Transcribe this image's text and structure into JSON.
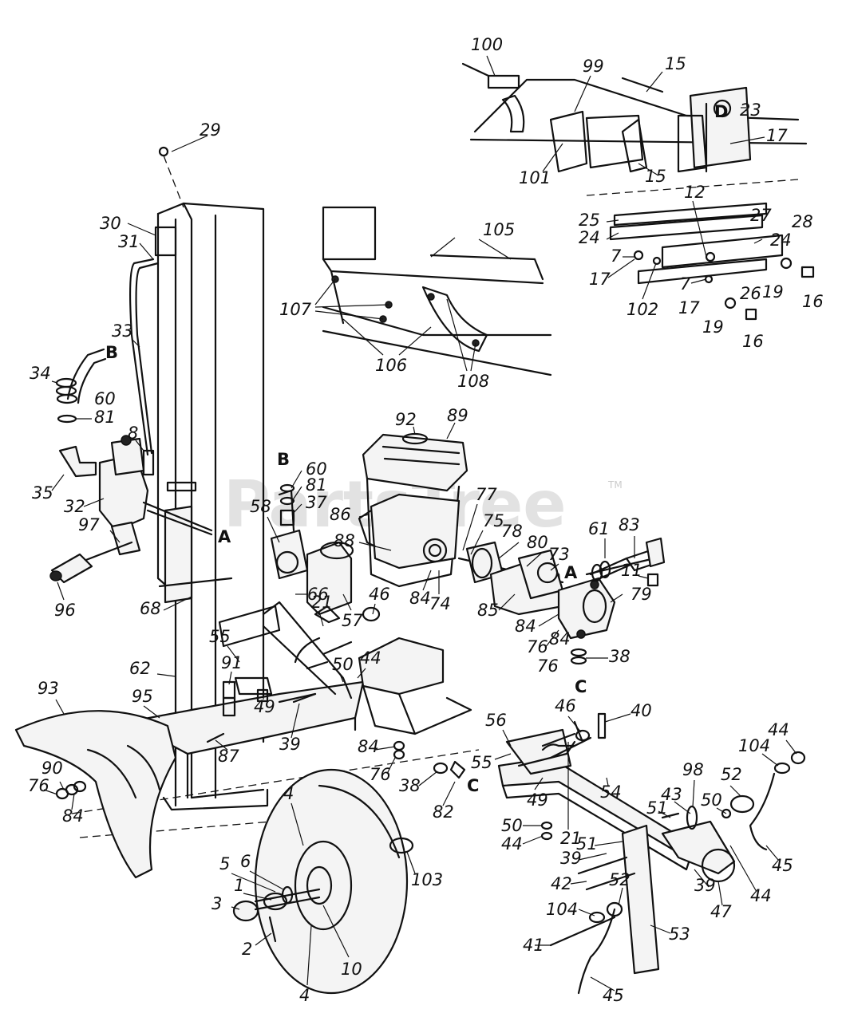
{
  "watermark": "PartsTree",
  "trademark": "TM",
  "part_numbers": {
    "p100": "100",
    "p99": "99",
    "p15a": "15",
    "p15b": "15",
    "p23": "23",
    "p17a": "17",
    "p101": "101",
    "p12": "12",
    "p27": "27",
    "p25": "25",
    "p28": "28",
    "p24a": "24",
    "p24b": "24",
    "p7a": "7",
    "p7b": "7",
    "p17b": "17",
    "p17c": "17",
    "p102": "102",
    "p26": "26",
    "p19a": "19",
    "p19b": "19",
    "p16a": "16",
    "p16b": "16",
    "p29": "29",
    "p30": "30",
    "p31": "31",
    "p105": "105",
    "p107": "107",
    "p106": "106",
    "p108": "108",
    "p33": "33",
    "p34": "34",
    "p60a": "60",
    "p81a": "81",
    "p35": "35",
    "p32": "32",
    "p8": "8",
    "p97": "97",
    "p96": "96",
    "p92": "92",
    "p89": "89",
    "p60b": "60",
    "p81b": "81",
    "p37": "37",
    "p58": "58",
    "p86": "86",
    "p77": "77",
    "p75": "75",
    "p78": "78",
    "p80": "80",
    "p73": "73",
    "p61": "61",
    "p83": "83",
    "p11": "11",
    "p88": "88",
    "p84a": "84",
    "p74": "74",
    "p85": "85",
    "p84b": "84",
    "p76a": "76",
    "p84c": "84",
    "p76b": "76",
    "p79": "79",
    "p38a": "38",
    "p66": "66",
    "p57": "57",
    "p46a": "46",
    "p68": "68",
    "p21a": "21",
    "p55a": "55",
    "p91": "91",
    "p50a": "50",
    "p44a": "44",
    "p62": "62",
    "p49a": "49",
    "p39a": "39",
    "p93": "93",
    "p95": "95",
    "p87": "87",
    "p84d": "84",
    "p76c": "76",
    "p38b": "38",
    "p82": "82",
    "p90": "90",
    "p76d": "76",
    "p84e": "84",
    "p4a": "4",
    "p103": "103",
    "p5": "5",
    "p6": "6",
    "p1": "1",
    "p3": "3",
    "p2": "2",
    "p10": "10",
    "p4b": "4",
    "p56": "56",
    "p55b": "55",
    "p46b": "46",
    "p40": "40",
    "p54": "54",
    "p49b": "49",
    "p21b": "21",
    "p44b": "44",
    "p104a": "104",
    "p98": "98",
    "p52a": "52",
    "p43": "43",
    "p51a": "51",
    "p50b": "50",
    "p50c": "50",
    "p44c": "44",
    "p51b": "51",
    "p39b": "39",
    "p42": "42",
    "p52b": "52",
    "p39c": "39",
    "p44d": "44",
    "p47": "47",
    "p45a": "45",
    "p104b": "104",
    "p41": "41",
    "p53": "53",
    "p45b": "45"
  },
  "connection_labels": {
    "B_top": "B",
    "B_pump": "B",
    "A_valve": "A",
    "A_pump": "A",
    "C_pump": "C",
    "C_tank": "C",
    "D_bracket": "D"
  }
}
